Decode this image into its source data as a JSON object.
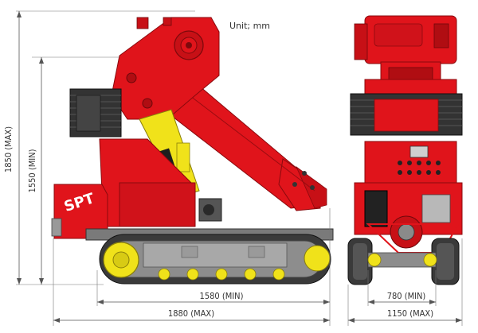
{
  "unit_label": "Unit; mm",
  "dimensions": {
    "height_max": "1850 (MAX)",
    "height_min": "1550 (MIN)",
    "length_min": "1580 (MIN)",
    "length_max": "1880 (MAX)",
    "width_min": "780 (MIN)",
    "width_max": "1150 (MAX)"
  },
  "machine": {
    "side_logo": "SPT",
    "colors": {
      "body_red": "#e0141b",
      "dark_red": "#b00d12",
      "yellow": "#f0e21a",
      "track_grey": "#6b6b6b",
      "steel_grey": "#8d8d8d",
      "black": "#1e1e1e"
    }
  }
}
